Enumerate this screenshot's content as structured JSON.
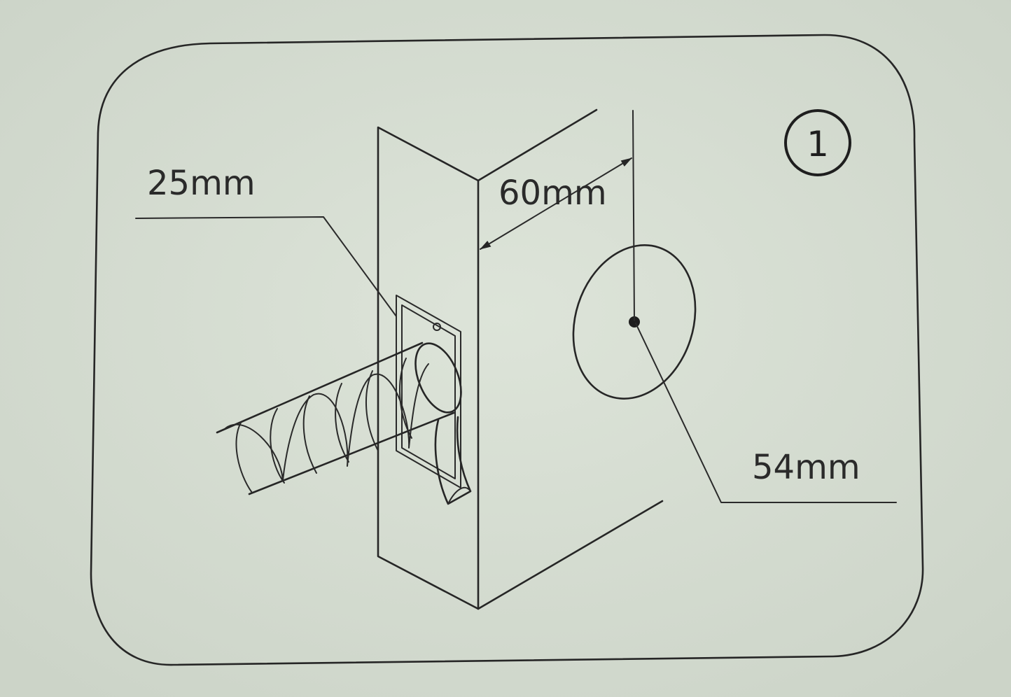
{
  "step": {
    "number": "1"
  },
  "dimensions": {
    "rod_diameter": "25mm",
    "backset": "60mm",
    "hole_diameter": "54mm"
  },
  "colors": {
    "paper": "#d6ddd2",
    "ink": "#262626"
  }
}
